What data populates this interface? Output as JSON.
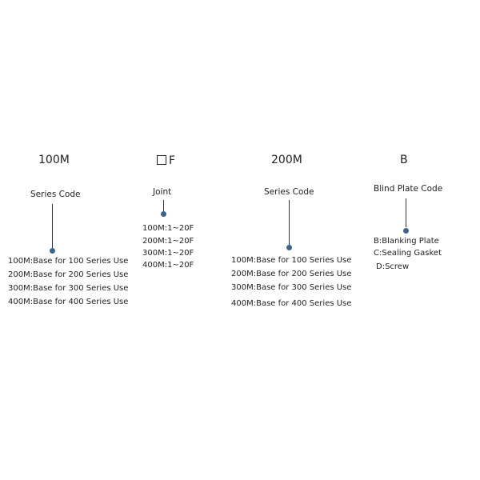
{
  "accent_color": "#3d6491",
  "groups": [
    {
      "code": "100M",
      "label": "Series Code",
      "options": [
        "100M:Base for 100 Series Use",
        "200M:Base for 200 Series Use",
        "300M:Base for 300 Series Use",
        "400M:Base for 400 Series Use"
      ]
    },
    {
      "code_symbol": "square-box-icon",
      "code": "F",
      "label": "Joint",
      "options": [
        "100M:1~20F",
        "200M:1~20F",
        "300M:1~20F",
        "400M:1~20F"
      ]
    },
    {
      "code": "200M",
      "label": "Series Code",
      "options": [
        "100M:Base for 100 Series Use",
        "200M:Base for 200 Series Use",
        "300M:Base for 300 Series Use",
        "400M:Base for 400 Series Use"
      ]
    },
    {
      "code": "B",
      "label": "Blind Plate Code",
      "options": [
        "B:Blanking Plate",
        "C:Sealing Gasket",
        "D:Screw"
      ]
    }
  ]
}
